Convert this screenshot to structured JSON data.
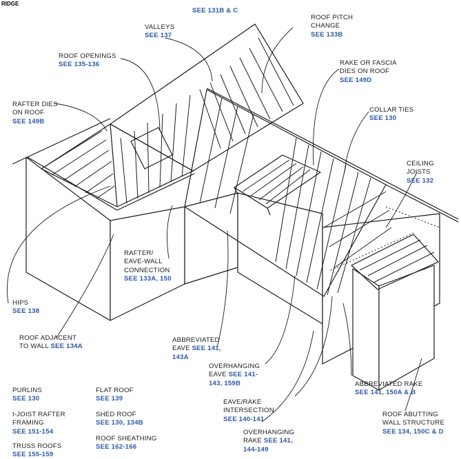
{
  "corner_text": "RIDGE",
  "labels": {
    "valleys": {
      "name": "VALLEYS",
      "ref": "SEE 137"
    },
    "top_ref": {
      "ref": "SEE 131B & C"
    },
    "roof_pitch_change": {
      "name1": "ROOF PITCH",
      "name2": "CHANGE",
      "ref": "SEE 133B"
    },
    "roof_openings": {
      "name": "ROOF OPENINGS",
      "ref": "SEE 135-136"
    },
    "rake_fascia": {
      "name1": "RAKE OR FASCIA",
      "name2": "DIES ON ROOF",
      "ref": "SEE 149D"
    },
    "rafter_dies": {
      "name1": "RAFTER DIES",
      "name2": "ON ROOF",
      "ref": "SEE 149B"
    },
    "collar_ties": {
      "name": "COLLAR TIES",
      "ref": "SEE 130"
    },
    "ceiling_joists": {
      "name1": "CEILING",
      "name2": "JOISTS",
      "ref": "SEE 132"
    },
    "rafter_eave_wall": {
      "name1": "RAFTER/",
      "name2": "EAVE-WALL",
      "name3": "CONNECTION",
      "ref": "SEE 133A, 150"
    },
    "hips": {
      "name": "HIPS",
      "ref": "SEE 138"
    },
    "roof_adjacent": {
      "name": "ROOF ADJACENT",
      "name2": "TO WALL",
      "ref": "SEE 134A"
    },
    "abbreviated_eave": {
      "name1": "ABBREVIATED",
      "name2": "EAVE",
      "ref1": "SEE 141,",
      "ref2": "143A"
    },
    "overhanging_eave": {
      "name1": "OVERHANGING",
      "name2": "EAVE",
      "ref1": "SEE 141-",
      "ref2": "143, 159B"
    },
    "abbreviated_rake": {
      "name": "ABBREVIATED RAKE",
      "ref": "SEE 141, 150A & B"
    },
    "eave_rake": {
      "name1": "EAVE/RAKE",
      "name2": "INTERSECTION",
      "ref": "SEE 140-141"
    },
    "roof_abutting": {
      "name1": "ROOF ABUTTING",
      "name2": "WALL STRUCTURE",
      "ref": "SEE 134, 150C & D"
    },
    "overhanging_rake": {
      "name1": "OVERHANGING",
      "name2": "RAKE",
      "ref1": "SEE 141,",
      "ref2": "144-149"
    },
    "purlins": {
      "name": "PURLINS",
      "ref": "SEE 130"
    },
    "ijoist": {
      "name1": "I-JOIST RAFTER",
      "name2": "FRAMING",
      "ref": "SEE 151-154"
    },
    "truss": {
      "name": "TRUSS ROOFS",
      "ref": "SEE 155-159"
    },
    "flat_roof": {
      "name": "FLAT ROOF",
      "ref": "SEE 139"
    },
    "shed_roof": {
      "name": "SHED ROOF",
      "ref": "SEE 130, 134B"
    },
    "sheathing": {
      "name": "ROOF SHEATHING",
      "ref": "SEE 162-166"
    }
  },
  "colors": {
    "ink": "#1a1a1a",
    "reference": "#2a5aa6"
  }
}
